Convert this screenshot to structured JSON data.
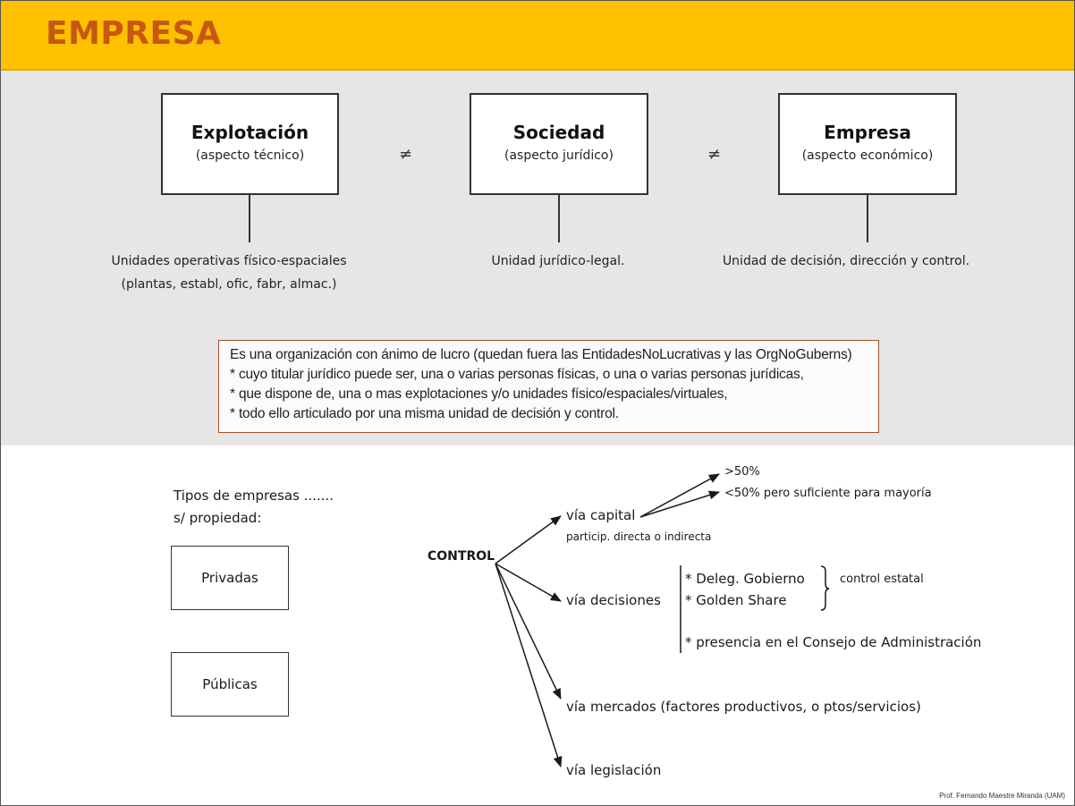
{
  "header": {
    "title": "EMPRESA"
  },
  "concepts": [
    {
      "title": "Explotación",
      "subtitle": "(aspecto técnico)",
      "desc_line1": "Unidades operativas físico-espaciales",
      "desc_line2": "(plantas, establ, ofic, fabr, almac.)"
    },
    {
      "title": "Sociedad",
      "subtitle": "(aspecto jurídico)",
      "desc_line1": "Unidad jurídico-legal.",
      "desc_line2": ""
    },
    {
      "title": "Empresa",
      "subtitle": "(aspecto económico)",
      "desc_line1": "Unidad de decisión, dirección y control.",
      "desc_line2": ""
    }
  ],
  "neq_symbol": "≠",
  "definition": {
    "line1": "Es una organización con ánimo de lucro (quedan fuera las EntidadesNoLucrativas y las OrgNoGuberns)",
    "line2": "* cuyo titular jurídico puede ser, una o varias personas físicas, o una o varias personas jurídicas,",
    "line3": "* que dispone de, una o mas explotaciones y/o unidades físico/espaciales/virtuales,",
    "line4": "* todo ello articulado por una misma unidad de decisión y control."
  },
  "tipos": {
    "heading_line1": "Tipos de empresas .......",
    "heading_line2": "s/ propiedad:",
    "privadas": "Privadas",
    "publicas": "Públicas"
  },
  "control": {
    "label": "CONTROL",
    "via_capital": "vía capital",
    "capital_note": "particip. directa o indirecta",
    "capital_opt1": ">50%",
    "capital_opt2": "<50% pero suficiente para mayoría",
    "via_decisiones": "vía decisiones",
    "dec_item1": "* Deleg. Gobierno",
    "dec_item2": "* Golden Share",
    "dec_bracket_label": "control estatal",
    "dec_item3": "* presencia en el Consejo de Administración",
    "via_mercados": "vía mercados (factores productivos, o ptos/servicios)",
    "via_legislacion": "vía legislación"
  },
  "footer": {
    "credit": "Prof. Fernando Maestre Miranda (UAM)"
  }
}
